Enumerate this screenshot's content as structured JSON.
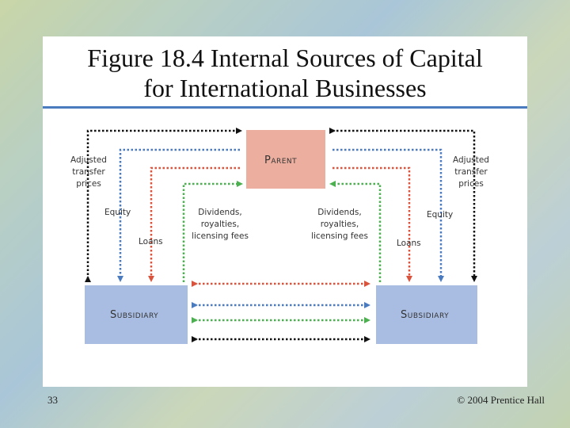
{
  "slide": {
    "title_line1": "Figure 18.4 Internal Sources of Capital",
    "title_line2": "for International Businesses",
    "page_number": "33",
    "copyright": "© 2004 Prentice Hall"
  },
  "diagram": {
    "parent_label": "Parent",
    "subsidiary_left_label": "Subsidiary",
    "subsidiary_right_label": "Subsidiary",
    "left_adjusted": [
      "Adjusted",
      "transfer",
      "prices"
    ],
    "right_adjusted": [
      "Adjusted",
      "transfer",
      "prices"
    ],
    "left_equity": "Equity",
    "right_equity": "Equity",
    "left_loans": "Loans",
    "right_loans": "Loans",
    "left_dividends": [
      "Dividends,",
      "royalties,",
      "licensing fees"
    ],
    "right_dividends": [
      "Dividends,",
      "royalties,",
      "licensing fees"
    ],
    "colors": {
      "parent_box": "#ecaf9f",
      "subsidiary_box": "#a9bde3",
      "black_flow": "#111111",
      "blue_flow": "#4a7bbf",
      "red_flow": "#d9533d",
      "green_flow": "#4caf50"
    }
  }
}
